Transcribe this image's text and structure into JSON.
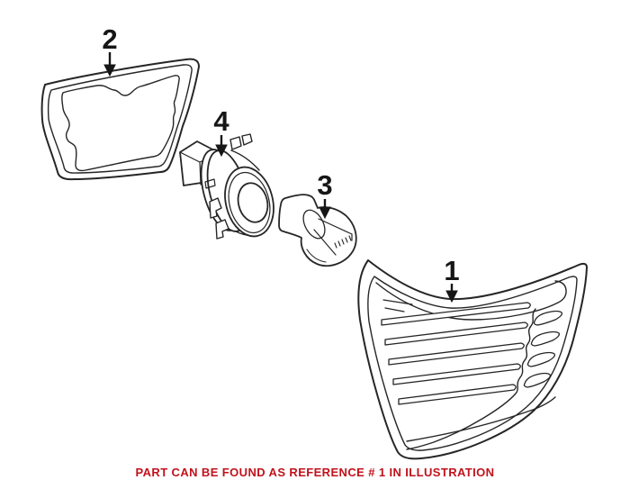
{
  "illustration": {
    "background": "#ffffff",
    "line_color": "#2d2d2d",
    "accent_red": "#c1121c",
    "callouts": [
      {
        "ref": "1",
        "part": "tail-light-assembly"
      },
      {
        "ref": "2",
        "part": "gasket-seal"
      },
      {
        "ref": "3",
        "part": "bulb"
      },
      {
        "ref": "4",
        "part": "bulb-socket"
      }
    ],
    "footer": {
      "text": "PART CAN BE FOUND AS REFERENCE # 1 IN ILLUSTRATION"
    }
  }
}
